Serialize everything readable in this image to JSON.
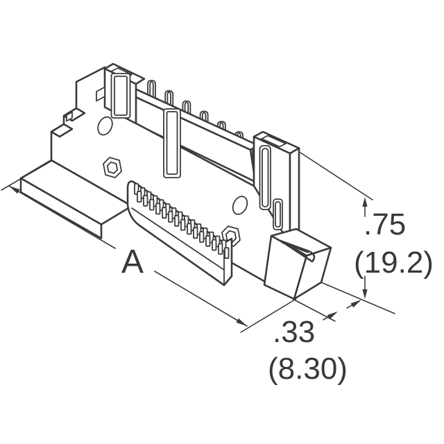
{
  "drawing": {
    "subject": "isometric-connector-technical-drawing",
    "line_color": "#3a3a3a",
    "background_color": "#ffffff"
  },
  "dimensions": {
    "length_label": "A",
    "height_inches": ".75",
    "height_mm": "(19.2)",
    "foot_inches": ".33",
    "foot_mm": "(8.30)"
  }
}
